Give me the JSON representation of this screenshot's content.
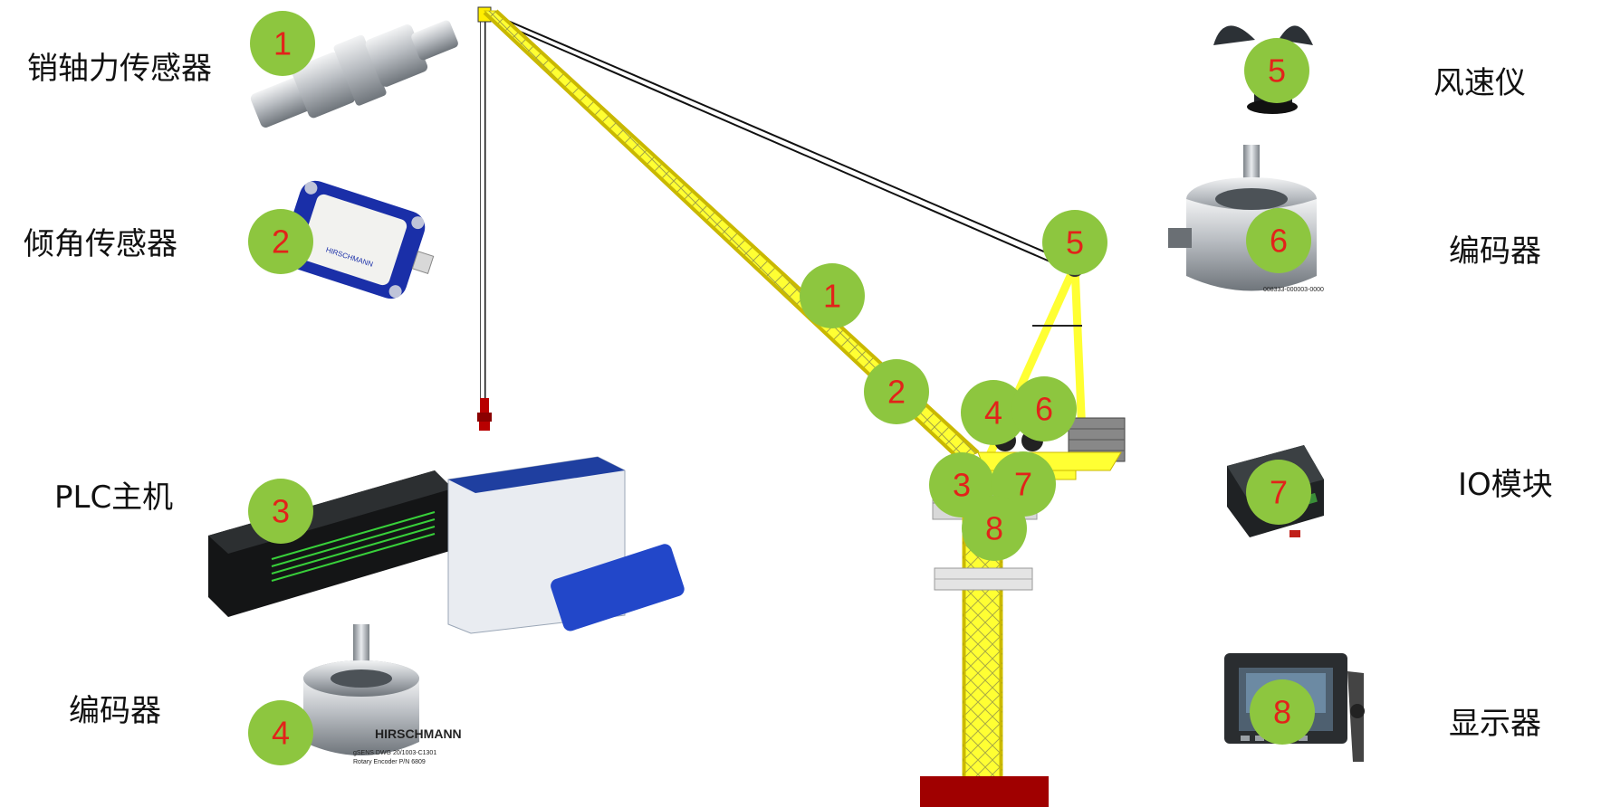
{
  "labels": {
    "pin_sensor": "销轴力传感器",
    "tilt_sensor": "倾角传感器",
    "plc": "PLC主机",
    "encoder_left": "编码器",
    "anemometer": "风速仪",
    "encoder_right": "编码器",
    "io_module": "IO模块",
    "display": "显示器"
  },
  "badges": {
    "b1": "1",
    "b2": "2",
    "b3": "3",
    "b4": "4",
    "b5": "5",
    "b6": "6",
    "b7": "7",
    "b8": "8"
  },
  "device_text": {
    "brand": "HIRSCHMANN",
    "encoder_line1": "gSENS DWG 20/1003-C1301",
    "encoder_line2": "Rotary Encoder P/N 6809",
    "encoder_serial": "008333-000003-0000"
  },
  "colors": {
    "badge_green": "#8dc63f",
    "badge_number": "#e2231a",
    "crane_yellow": "#ffff33",
    "crane_base": "#a00000",
    "label_text": "#111111"
  },
  "icons": [
    "pin-shaft-sensor-icon",
    "tilt-sensor-icon",
    "plc-host-icon",
    "rotary-encoder-icon",
    "anemometer-icon",
    "io-module-icon",
    "display-monitor-icon",
    "crane-diagram"
  ]
}
